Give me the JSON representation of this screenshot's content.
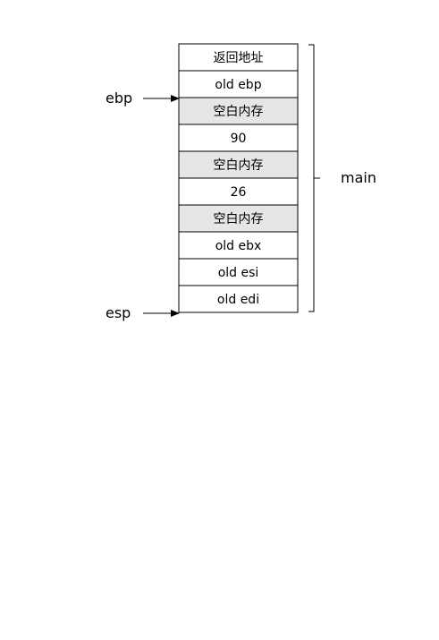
{
  "stack": {
    "cells": [
      {
        "label": "返回地址",
        "shaded": false
      },
      {
        "label": "old ebp",
        "shaded": false
      },
      {
        "label": "空白内存",
        "shaded": true
      },
      {
        "label": "90",
        "shaded": false
      },
      {
        "label": "空白内存",
        "shaded": true
      },
      {
        "label": "26",
        "shaded": false
      },
      {
        "label": "空白内存",
        "shaded": true
      },
      {
        "label": "old ebx",
        "shaded": false
      },
      {
        "label": "old esi",
        "shaded": false
      },
      {
        "label": "old edi",
        "shaded": false
      }
    ]
  },
  "pointers": {
    "ebp": "ebp",
    "esp": "esp"
  },
  "brace": {
    "label": "main"
  },
  "colors": {
    "shaded_fill": "#e6e6e6",
    "plain_fill": "#ffffff",
    "stroke": "#000000"
  }
}
